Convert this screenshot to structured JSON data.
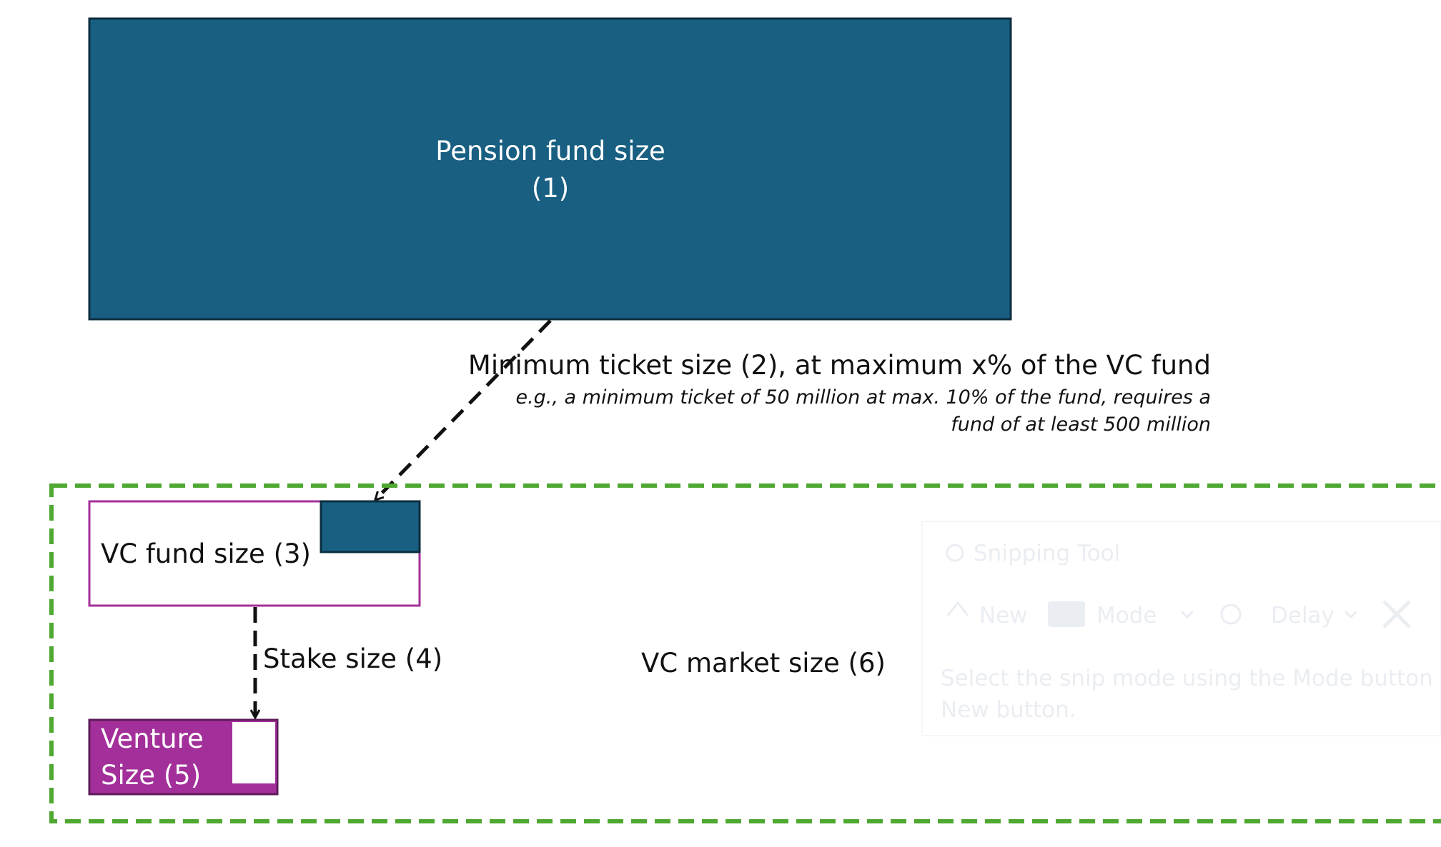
{
  "diagram": {
    "pension_fund": {
      "line1": "Pension fund size",
      "line2": "(1)"
    },
    "ticket": {
      "label": "Minimum ticket size (2), at maximum x% of the VC fund",
      "note_line1": "e.g., a minimum ticket of 50 million at max. 10% of the fund, requires a",
      "note_line2": "fund of at least 500 million"
    },
    "vc_fund": {
      "label": "VC fund size (3)"
    },
    "stake": {
      "label": "Stake size (4)"
    },
    "venture": {
      "line1": "Venture",
      "line2": "Size (5)"
    },
    "vc_market": {
      "label": "VC market size (6)"
    }
  },
  "overlay": {
    "app_title": "Snipping Tool",
    "new_label": "New",
    "mode_label": "Mode",
    "delay_label": "Delay",
    "hint_line1": "Select the snip mode using the Mode button or",
    "hint_line2": "New button."
  },
  "colors": {
    "pension_blue": "#185F82",
    "vc_purple": "#A3309A",
    "market_green": "#4FA832",
    "arrow": "#111111",
    "overlay_ghost": "#e6e9ee"
  }
}
